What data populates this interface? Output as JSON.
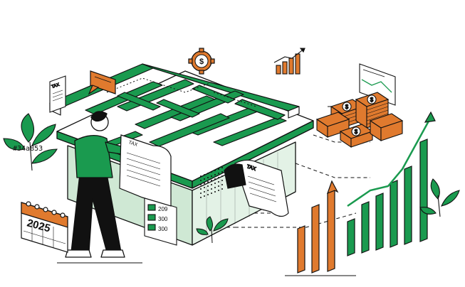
{
  "colors": {
    "green": "#1a9a4f",
    "light_green": "#cfe8d4",
    "pale_green": "#e3f2e6",
    "orange": "#e07a2e",
    "line": "#111111",
    "paper": "#ffffff"
  },
  "labels": {
    "calendar_year": "2025",
    "hex_code": "#34a853",
    "tax_small": "TAX",
    "tax_scroll": "TAX",
    "tax_hand": "TAX",
    "num_209": "209",
    "num_300a": "300",
    "num_300b": "300",
    "coin_symbol": "$",
    "money_symbol": "$"
  },
  "icons": [
    "maze-box",
    "gear-dollar-icon",
    "speech-bubble-icon",
    "bar-chart-icon",
    "line-chart-card-icon",
    "money-stack-icon",
    "calendar-icon",
    "plant-icon",
    "growth-arrow-icon"
  ]
}
